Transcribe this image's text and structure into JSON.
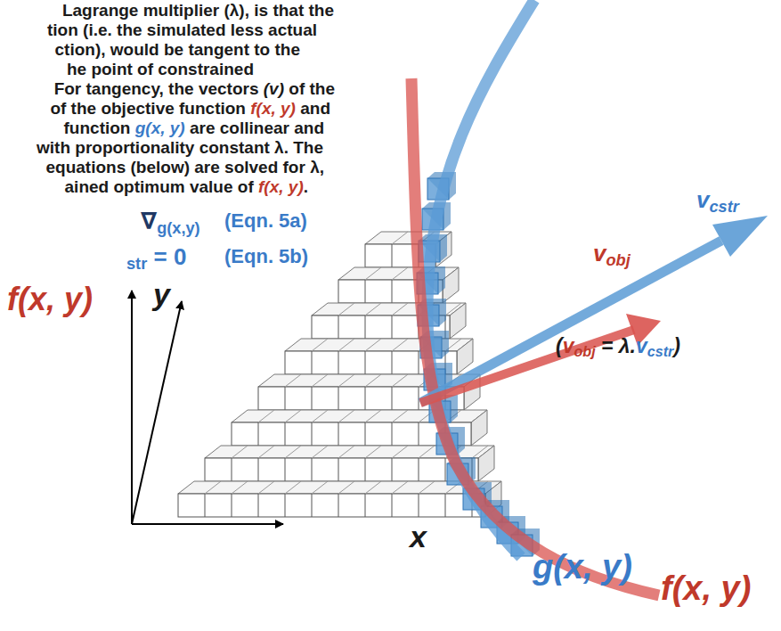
{
  "diagram": {
    "labels": [
      "Lagrange multiplier (λ), is that the",
      "tion (i.e. the simulated less actual",
      "ction), would be tangent to the",
      "he point of constrained",
      "For tangency, the vectors (v) of the",
      "of the objective function f(x, y) and",
      "function g(x, y) are collinear and",
      "with proportionality constant λ. The",
      "equations (below) are solved for λ,",
      "ained optimum value of f(x, y).",
      "∇g(x,y)",
      "(Eqn. 5a)",
      "str = 0",
      "(Eqn. 5b)",
      "f(x, y)",
      "y",
      "x",
      "vcstr",
      "vobj",
      "(vobj = λ.vcstr)",
      "f(x, y)",
      "g(x, y)"
    ]
  }
}
